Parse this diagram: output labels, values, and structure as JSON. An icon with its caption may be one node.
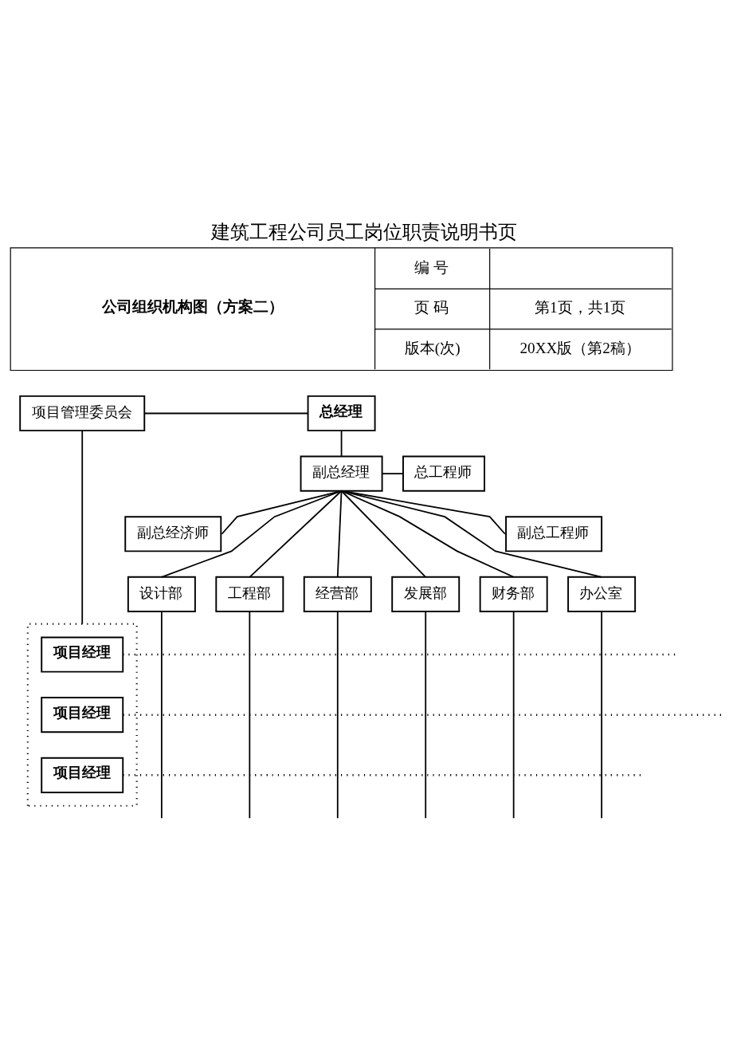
{
  "diagram": {
    "title": "建筑工程公司员工岗位职责说明书页",
    "nodes": [
      {
        "text": [
          "项目管理委员会"
        ]
      },
      {
        "text": [
          "总经理"
        ]
      },
      {
        "text": [
          "副总经理"
        ]
      },
      {
        "text": [
          "总工程师"
        ]
      },
      {
        "text": [
          "副总经济师"
        ]
      },
      {
        "text": [
          "副总工程师"
        ]
      },
      {
        "text": [
          "设计部"
        ]
      },
      {
        "text": [
          "工程部"
        ]
      },
      {
        "text": [
          "经营部"
        ]
      },
      {
        "text": [
          "发展部"
        ]
      },
      {
        "text": [
          "财务部"
        ]
      },
      {
        "text": [
          "办公室"
        ]
      },
      {
        "text": [],
        "shape": "box"
      },
      {
        "text": [
          "项目经理"
        ],
        "in": 12
      },
      {
        "text": [
          "项目经理"
        ],
        "in": 12
      },
      {
        "text": [
          "项目经理"
        ],
        "in": 12
      }
    ],
    "edges": [
      {
        "from": 0,
        "to": 1,
        "arrow": "none"
      },
      {
        "from": 1,
        "to": 2,
        "arrow": "none"
      },
      {
        "from": 2,
        "to": 3,
        "arrow": "none"
      },
      {
        "from": 2,
        "to": 4,
        "arrow": "none"
      },
      {
        "from": 2,
        "to": 5,
        "arrow": "none"
      },
      {
        "from": 2,
        "to": 6,
        "arrow": "none"
      },
      {
        "from": 2,
        "to": 7,
        "arrow": "none"
      },
      {
        "from": 2,
        "to": 8,
        "arrow": "none"
      },
      {
        "from": 2,
        "to": 9,
        "arrow": "none"
      },
      {
        "from": 2,
        "to": 10,
        "arrow": "none"
      },
      {
        "from": 2,
        "to": 11,
        "arrow": "none"
      },
      {
        "from": 0,
        "to": 12,
        "arrow": "none"
      },
      {
        "from": 6,
        "to": null,
        "arrow": "none"
      },
      {
        "from": 7,
        "to": null,
        "arrow": "none"
      },
      {
        "from": 8,
        "to": null,
        "arrow": "none"
      },
      {
        "from": 9,
        "to": null,
        "arrow": "none"
      },
      {
        "from": 10,
        "to": null,
        "arrow": "none"
      },
      {
        "from": 11,
        "to": null,
        "arrow": "none"
      },
      {
        "from": 13,
        "to": null,
        "arrow": "none",
        "style": "dashed"
      },
      {
        "from": 14,
        "to": null,
        "arrow": "none",
        "style": "dashed"
      },
      {
        "from": 15,
        "to": null,
        "arrow": "none",
        "style": "dashed"
      }
    ],
    "labels": [
      "公司组织机构图（方案二）",
      "编 号",
      "页 码",
      "第1页，共1页",
      "版本(次)",
      "20XX版（第2稿）"
    ]
  }
}
